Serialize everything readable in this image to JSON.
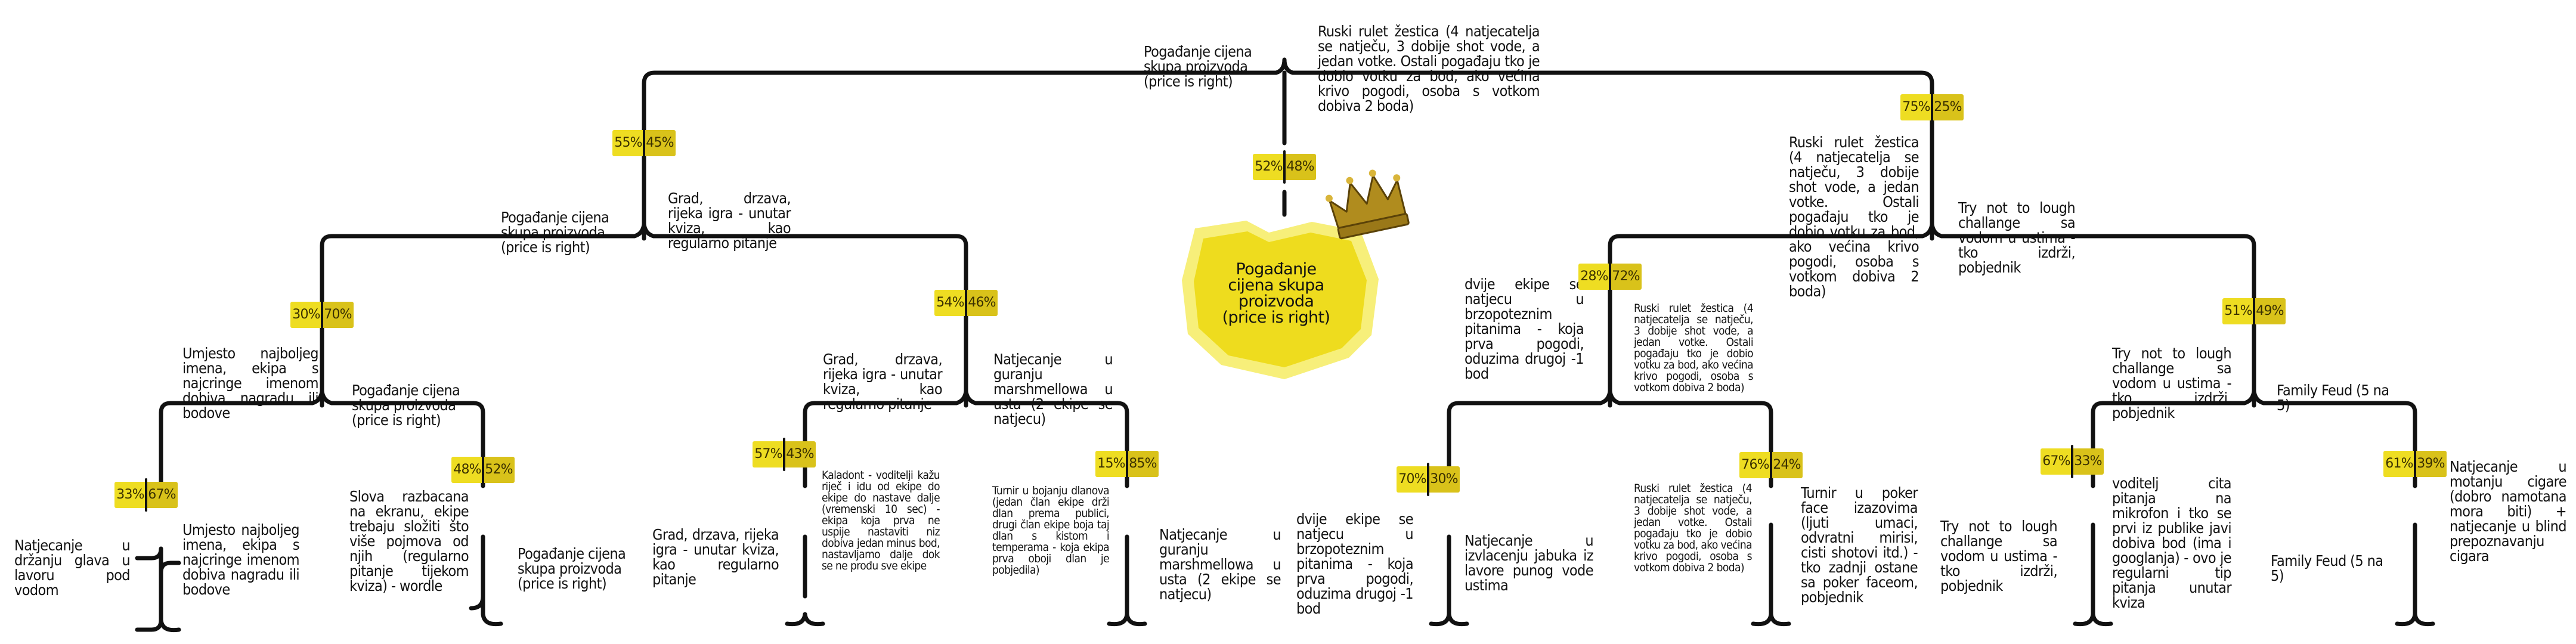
{
  "diagram": {
    "winner": "Pogađanje cijena skupa proizvoda (price is right)",
    "nodes": [
      {
        "id": "root_left",
        "text": "Pogađanje cijena skupa proizvoda (price is right)"
      },
      {
        "id": "root_right",
        "text": "Ruski rulet žestica (4 natjecatelja se natječu, 3 dobije shot vode, a jedan votke. Ostali pogađaju tko je dobio votku za bod, ako većina krivo pogodi, osoba s votkom dobiva 2 boda)"
      },
      {
        "id": "l1_left",
        "text": "Pogađanje cijena skupa proizvoda (price is right)"
      },
      {
        "id": "l1_right",
        "text": "Grad, drzava, rijeka igra - unutar kviza, kao regularno pitanje"
      },
      {
        "id": "r1_left",
        "text": "Ruski rulet žestica (4 natjecatelja se natječu, 3 dobije shot vode, a jedan votke. Ostali pogađaju tko je dobio votku za bod, ako većina krivo pogodi, osoba s votkom dobiva 2 boda)"
      },
      {
        "id": "r1_right",
        "text": "Try not to lough challange sa vodom u ustima - tko izdrži, pobjednik"
      },
      {
        "id": "l2a_left",
        "text": "Umjesto najboljeg imena, ekipa s najcringe imenom dobiva nagradu ili bodove"
      },
      {
        "id": "l2a_right",
        "text": "Pogađanje cijena skupa proizvoda (price is right)"
      },
      {
        "id": "l2b_left",
        "text": "Grad, drzava, rijeka igra - unutar kviza, kao regularno pitanje"
      },
      {
        "id": "l2b_right",
        "text": "Natjecanje u guranju marshmellowa u usta (2 ekipe se natjecu)"
      },
      {
        "id": "r2a_left",
        "text": "dvije ekipe se natjecu u brzopoteznim pitanima - koja prva pogodi, oduzima drugoj -1 bod"
      },
      {
        "id": "r2a_right",
        "text": "Ruski rulet žestica (4 natjecatelja se natječu, 3 dobije shot vode, a jedan votke. Ostali pogađaju tko je dobio votku za bod, ako većina krivo pogodi, osoba s votkom dobiva 2 boda)"
      },
      {
        "id": "r2b_left",
        "text": "Try not to lough challange sa vodom u ustima - tko izdrži, pobjednik"
      },
      {
        "id": "r2b_right",
        "text": "Family Feud (5 na 5)"
      },
      {
        "id": "l3a_left",
        "text": "Natjecanje u držanju glava u lavoru pod vodom"
      },
      {
        "id": "l3a_right",
        "text": "Umjesto najboljeg imena, ekipa s najcringe imenom dobiva nagradu ili bodove"
      },
      {
        "id": "l3b_left",
        "text": "Slova razbacana na ekranu, ekipe trebaju složiti što više pojmova od njih (regularno pitanje tijekom kviza) - wordle"
      },
      {
        "id": "l3b_right",
        "text": "Pogađanje cijena skupa proizvoda (price is right)"
      },
      {
        "id": "l3c_left",
        "text": "Grad, drzava, rijeka igra - unutar kviza, kao regularno pitanje"
      },
      {
        "id": "l3c_right",
        "text": "Kaladont - voditelji kažu riječ i idu od ekipe do ekipe do nastave dalje (vremenski 10 sec) - ekipa koja prva ne uspije nastaviti niz dobiva jedan minus bod, nastavljamo dalje dok se ne prođu sve ekipe"
      },
      {
        "id": "l3d_left",
        "text": "Turnir u bojanju dlanova (jedan član ekipe drži dlan prema publici, drugi član ekipe boja taj dlan s kistom i temperama - koja ekipa prva oboji dlan je pobjedila)"
      },
      {
        "id": "l3d_right",
        "text": "Natjecanje u guranju marshmellowa u usta (2 ekipe se natjecu)"
      },
      {
        "id": "r3a_left",
        "text": "dvije ekipe se natjecu u brzopoteznim pitanima - koja prva pogodi, oduzima drugoj -1 bod"
      },
      {
        "id": "r3a_right",
        "text": "Natjecanje u izvlacenju jabuka iz lavore punog vode ustima"
      },
      {
        "id": "r3b_left",
        "text": "Ruski rulet žestica (4 natjecatelja se natječu, 3 dobije shot vode, a jedan votke. Ostali pogađaju tko je dobio votku za bod, ako većina krivo pogodi, osoba s votkom dobiva 2 boda)"
      },
      {
        "id": "r3b_right",
        "text": "Turnir u poker face izazovima (ljuti umaci, odvratni mirisi, cisti shotovi itd.) - tko zadnji ostane sa poker faceom, pobjednik"
      },
      {
        "id": "r3c_left",
        "text": "Try not to lough challange sa vodom u ustima - tko izdrži, pobjednik"
      },
      {
        "id": "r3c_right",
        "text": "voditelj cita pitanja na mikrofon i tko se prvi iz publike javi dobiva bod (ima i googlanja) - ovo je regularni tip pitanja unutar kviza"
      },
      {
        "id": "r3d_left",
        "text": "Family Feud (5 na 5)"
      },
      {
        "id": "r3d_right",
        "text": "Natjecanje u motanju cigare (dobro namotana mora biti) + natjecanje u blind prepoznavanju cigara"
      }
    ],
    "votes": [
      {
        "id": "final",
        "left": "52%",
        "right": "48%"
      },
      {
        "id": "semi_left",
        "left": "55%",
        "right": "45%"
      },
      {
        "id": "semi_right",
        "left": "75%",
        "right": "25%"
      },
      {
        "id": "q_l1",
        "left": "30%",
        "right": "70%"
      },
      {
        "id": "q_l2",
        "left": "54%",
        "right": "46%"
      },
      {
        "id": "q_r1",
        "left": "28%",
        "right": "72%"
      },
      {
        "id": "q_r2",
        "left": "51%",
        "right": "49%"
      },
      {
        "id": "r_l1",
        "left": "33%",
        "right": "67%"
      },
      {
        "id": "r_l2",
        "left": "48%",
        "right": "52%"
      },
      {
        "id": "r_l3",
        "left": "57%",
        "right": "43%"
      },
      {
        "id": "r_l4",
        "left": "15%",
        "right": "85%"
      },
      {
        "id": "r_r1",
        "left": "70%",
        "right": "30%"
      },
      {
        "id": "r_r2",
        "left": "76%",
        "right": "24%"
      },
      {
        "id": "r_r3",
        "left": "67%",
        "right": "33%"
      },
      {
        "id": "r_r4",
        "left": "61%",
        "right": "39%"
      }
    ],
    "colors": {
      "line": "#111111",
      "pct_left": "#eedd22",
      "pct_right": "#d9c21a",
      "shield_outer": "#f7ef7a",
      "shield_inner": "#eedc1e",
      "crown": "#b08c1e"
    },
    "icons": {
      "crown": "crown-icon",
      "shield": "winner-shield"
    }
  }
}
